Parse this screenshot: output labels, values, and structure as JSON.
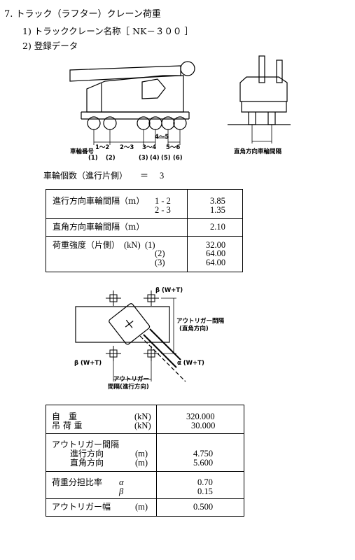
{
  "section": {
    "title": "7. トラック（ラフター）クレーン荷重",
    "item1": "1) トラッククレーン名称［ NK－３００ ］",
    "item2": "2) 登録データ"
  },
  "fig1": {
    "wheel_number_label": "車輪番号",
    "spacing_labels": [
      "1～2",
      "2～3",
      "3～4",
      "4～5",
      "5～6"
    ],
    "wheel_ids": [
      "(1)",
      "(2)",
      "(3)",
      "(4)",
      "(5)",
      "(6)"
    ],
    "perp_label": "直角方向車輪間隔"
  },
  "wheel_count": {
    "label": "車輪個数（進行片側）",
    "eq": "＝",
    "value": "3"
  },
  "table1": {
    "r1_label": "進行方向車輪間隔（m）",
    "r1_pairs": [
      "1 - 2",
      "2 - 3"
    ],
    "r1_values": [
      "3.85",
      "1.35"
    ],
    "r2_label": "直角方向車輪間隔（m）",
    "r2_value": "2.10",
    "r3_label": "荷重強度（片側）",
    "r3_unit": "(kN)",
    "r3_ids": [
      "(1)",
      "(2)",
      "(3)"
    ],
    "r3_values": [
      "32.00",
      "64.00",
      "64.00"
    ]
  },
  "fig2": {
    "beta_top": "β (W+T)",
    "beta_left": "β (W+T)",
    "alpha": "α (W+T)",
    "outrigger_perp": [
      "アウトリガー間隔",
      "(直角方向)"
    ],
    "outrigger_travel": [
      "アウトリガー",
      "間隔(進行方向)"
    ]
  },
  "table2": {
    "r1a_label": "自　重",
    "r1a_unit": "(kN)",
    "r1a_value": "320.000",
    "r1b_label": "吊 荷 重",
    "r1b_unit": "(kN)",
    "r1b_value": "30.000",
    "r2_label": "アウトリガー間隔",
    "r2a_label": "進行方向",
    "r2a_unit": "(m)",
    "r2a_value": "4.750",
    "r2b_label": "直角方向",
    "r2b_unit": "(m)",
    "r2b_value": "5.600",
    "r3_label": "荷重分担比率",
    "r3_alpha": "α",
    "r3_beta": "β",
    "r3a_value": "0.70",
    "r3b_value": "0.15",
    "r4_label": "アウトリガー幅",
    "r4_unit": "(m)",
    "r4_value": "0.500"
  }
}
